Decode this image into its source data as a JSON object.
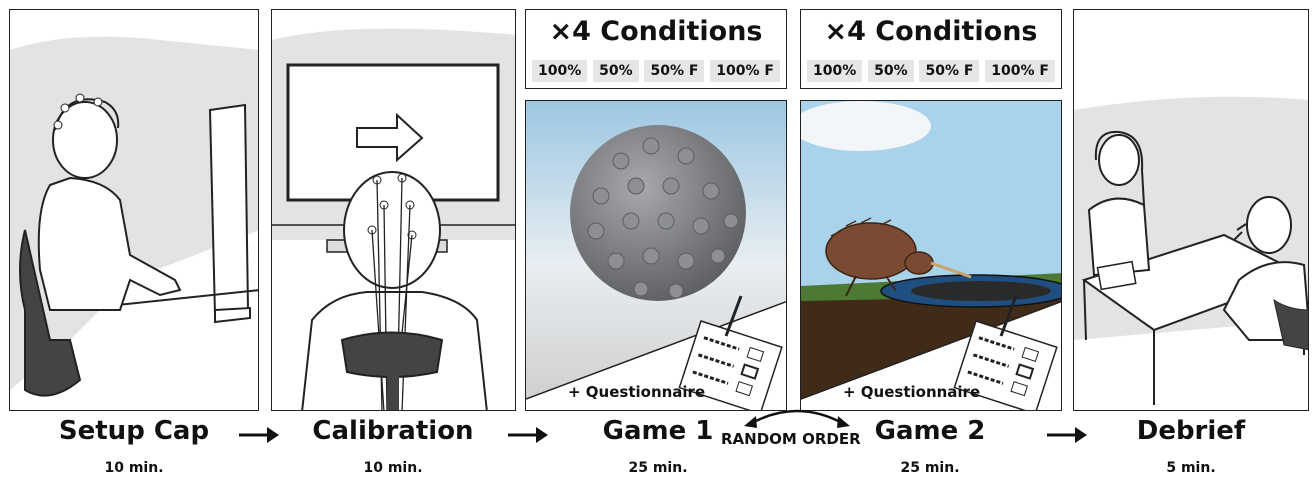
{
  "stages": [
    {
      "title": "Setup Cap",
      "duration": "10 min."
    },
    {
      "title": "Calibration",
      "duration": "10 min."
    },
    {
      "title": "Game 1",
      "duration": "25 min."
    },
    {
      "title": "Game 2",
      "duration": "25 min."
    },
    {
      "title": "Debrief",
      "duration": "5 min."
    }
  ],
  "conditions": {
    "title": "×4 Conditions",
    "items": [
      "100%",
      "50%",
      "50% F",
      "100% F"
    ]
  },
  "questionnaire_label": "+ Questionnaire",
  "random_order_label": "RANDOM ORDER"
}
